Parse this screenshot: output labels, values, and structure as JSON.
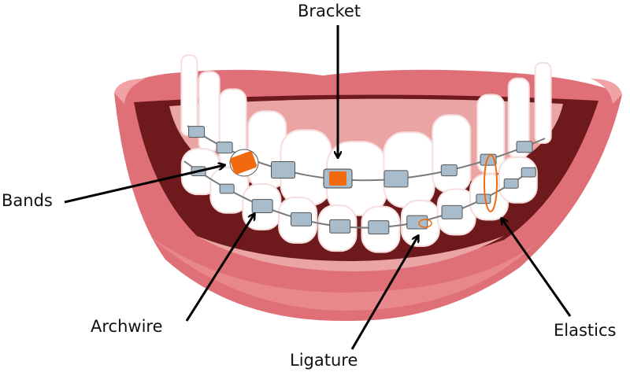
{
  "labels": {
    "bracket": "Bracket",
    "bands": "Bands",
    "archwire": "Archwire",
    "ligature": "Ligature",
    "elastics": "Elastics"
  },
  "colors": {
    "lip": "#e07078",
    "lip_dark": "#c9545e",
    "lip_light": "#f0a2a4",
    "gum": "#eaa4a4",
    "mouth_interior": "#6e1a1c",
    "tooth": "#ffffff",
    "bracket": "#a9bccb",
    "accent_orange": "#f26a10",
    "wire": "#7a7a7a",
    "arrow": "#000000"
  }
}
